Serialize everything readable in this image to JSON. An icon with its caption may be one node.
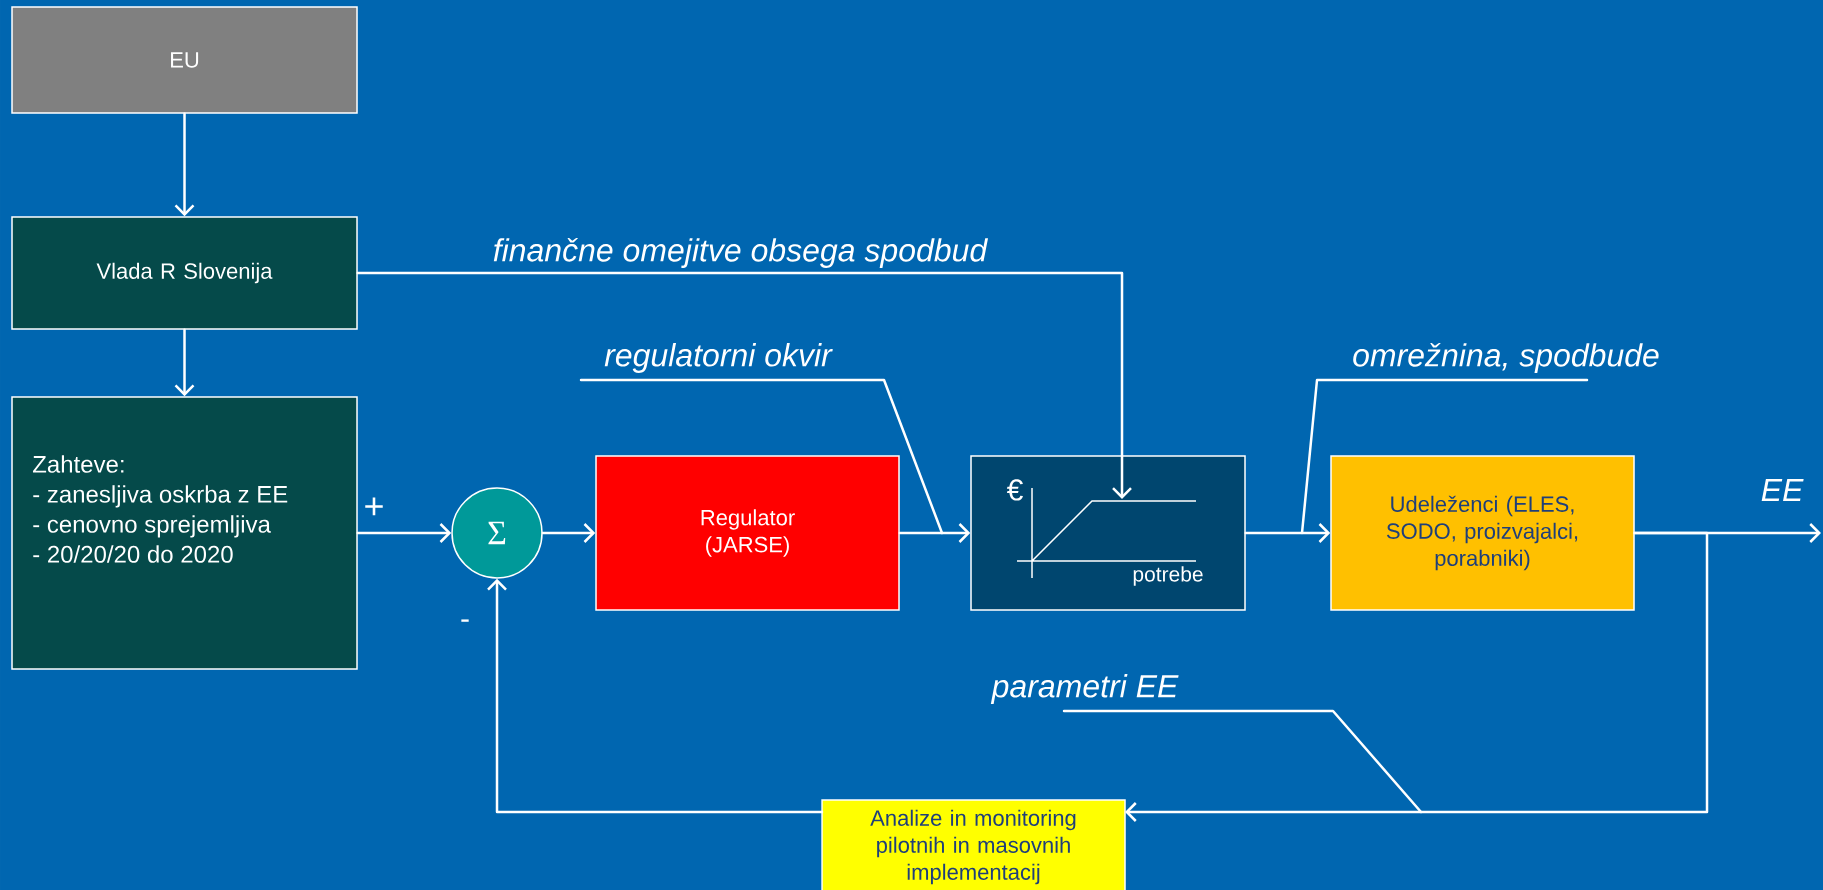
{
  "diagram": {
    "nodes": [
      {
        "text": [
          "EU"
        ]
      },
      {
        "text": [
          "Vlada R Slovenija"
        ]
      },
      {
        "text": [
          "Zahteve:",
          "- zanesljiva oskrba z EE",
          "- cenovno sprejemljiva",
          "- 20/20/20 do 2020"
        ]
      },
      {
        "text": [
          "Σ"
        ]
      },
      {
        "text": [
          "Regulator (JARSE)"
        ]
      },
      {
        "text": [
          "€",
          "potrebe"
        ]
      },
      {
        "text": [
          "Udeleženci (ELES, SODO, proizvajalci, porabniki)"
        ]
      },
      {
        "text": [
          "Analize in monitoring pilotnih in masovnih implementacij"
        ]
      },
      {
        "text": [
          "regulatorni okvir"
        ]
      },
      {
        "text": [
          "omrežnina, spodbude"
        ]
      },
      {
        "text": [
          "parametri EE"
        ]
      }
    ],
    "edges": [
      {
        "from": 0,
        "to": 1,
        "arrow": "to"
      },
      {
        "from": 1,
        "to": 2,
        "arrow": "to"
      },
      {
        "from": 1,
        "to": 5,
        "arrow": "to",
        "label": "finančne omejitve obsega spodbud"
      },
      {
        "from": 2,
        "to": 3,
        "arrow": "to"
      },
      {
        "from": 3,
        "to": 4,
        "arrow": "to"
      },
      {
        "from": 4,
        "to": 5,
        "arrow": "to"
      },
      {
        "from": 5,
        "to": 6,
        "arrow": "to"
      },
      {
        "from": 6,
        "to": null,
        "arrow": "to",
        "label": "EE"
      },
      {
        "from": 6,
        "to": 7,
        "arrow": "to"
      },
      {
        "from": 7,
        "to": 3,
        "arrow": "to"
      },
      {
        "from": 8,
        "to": null,
        "arrow": "none"
      },
      {
        "from": 9,
        "to": null,
        "arrow": "none"
      },
      {
        "from": 10,
        "to": null,
        "arrow": "none"
      }
    ],
    "labels": [
      "+",
      "-"
    ]
  }
}
